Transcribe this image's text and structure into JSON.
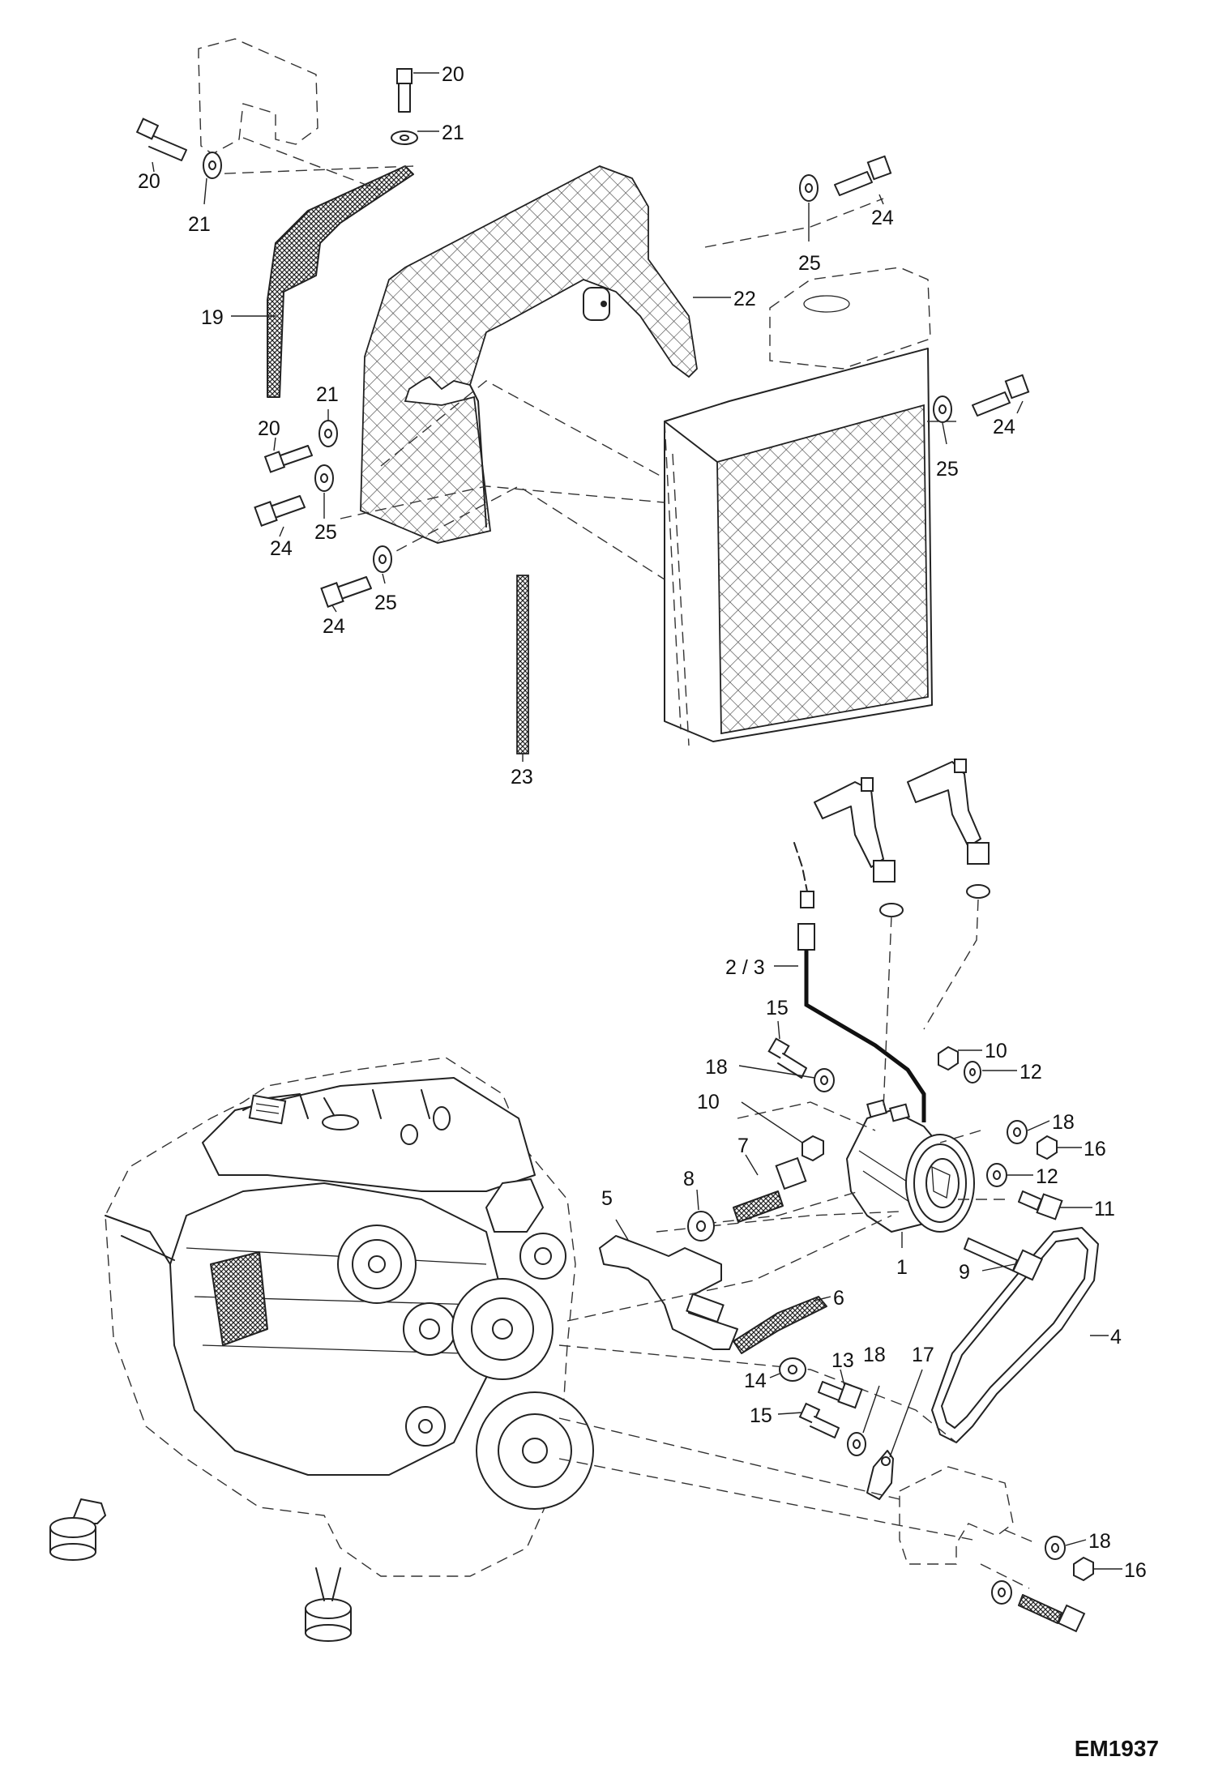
{
  "figure": {
    "id": "EM1937"
  },
  "callouts": {
    "c20a": "20",
    "c21a": "21",
    "c20b": "20",
    "c21b": "21",
    "c24a": "24",
    "c25a": "25",
    "c22": "22",
    "c19": "19",
    "c21c": "21",
    "c20c": "20",
    "c24b": "24",
    "c25b": "25",
    "c24c": "24",
    "c25c": "25",
    "c24d": "24",
    "c25d": "25",
    "c23": "23",
    "c2_3": "2 / 3",
    "c15a": "15",
    "c18a": "18",
    "c10a": "10",
    "c12a": "12",
    "c10b": "10",
    "c18b": "18",
    "c16a": "16",
    "c7": "7",
    "c8": "8",
    "c12b": "12",
    "c5": "5",
    "c11": "11",
    "c1": "1",
    "c9": "9",
    "c6": "6",
    "c4": "4",
    "c13": "13",
    "c14": "14",
    "c18c": "18",
    "c17": "17",
    "c15b": "15",
    "c18d": "18",
    "c16b": "16"
  }
}
